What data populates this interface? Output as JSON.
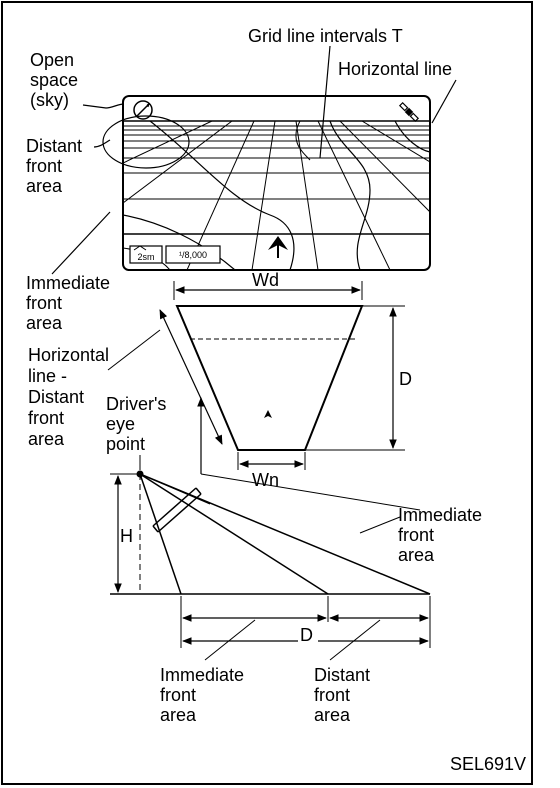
{
  "labels": {
    "grid_line_intervals": "Grid line intervals T",
    "horizontal_line": "Horizontal line",
    "open_space": [
      "Open",
      "space",
      "(sky)"
    ],
    "distant_front_area": [
      "Distant",
      "front",
      "area"
    ],
    "immediate_front_area": [
      "Immediate",
      "front",
      "area"
    ],
    "horizontal_distant": [
      "Horizontal",
      "line -",
      "Distant",
      "front",
      "area"
    ],
    "drivers_eye_point": [
      "Driver's",
      "eye",
      "point"
    ],
    "immediate_front_area_right": [
      "Immediate",
      "front",
      "area"
    ],
    "immediate_front_area_bottom": [
      "Immediate",
      "front",
      "area"
    ],
    "distant_front_area_bottom": [
      "Distant",
      "front",
      "area"
    ],
    "wd": "Wd",
    "d_top": "D",
    "wn": "Wn",
    "h": "H",
    "d_bottom": "D",
    "screen_icon_left": "2sm",
    "screen_icon_right": "¹/8,000",
    "figure_code": "SEL691V"
  }
}
